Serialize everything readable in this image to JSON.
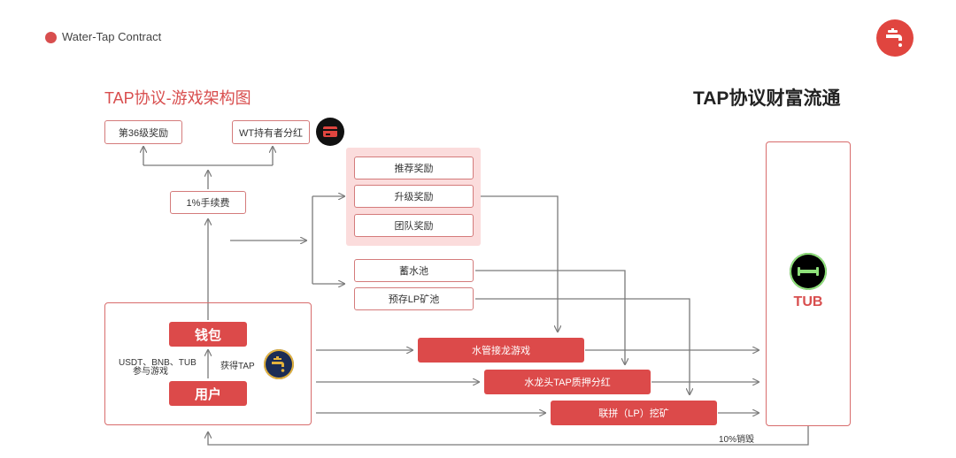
{
  "header": {
    "title": "Water-Tap Contract",
    "logo_icon": "faucet-icon"
  },
  "diagram": {
    "title": "TAP协议-游戏架构图",
    "right_title": "TAP协议财富流通",
    "reward_top_left": "第36级奖励",
    "reward_top_right": "WT持有者分红",
    "fee": "1%手续费",
    "rewards": [
      "推荐奖励",
      "升级奖励",
      "团队奖励"
    ],
    "pools": [
      "蓄水池",
      "预存LP矿池"
    ],
    "wallet": "钱包",
    "user": "用户",
    "assets_line1": "USDT、BNB、TUB",
    "assets_line2": "参与游戏",
    "get_tap": "获得TAP",
    "games": [
      "水管接龙游戏",
      "水龙头TAP质押分红",
      "联拼（LP）挖矿"
    ],
    "tub": "TUB",
    "burn": "10%销毁"
  },
  "colors": {
    "accent": "#dc4a4a",
    "border": "#d47b7b",
    "group_bg": "#fbdcdc",
    "line": "#7a7a7a"
  },
  "icons": [
    "card-icon",
    "coin-faucet-icon",
    "pipe-icon"
  ]
}
